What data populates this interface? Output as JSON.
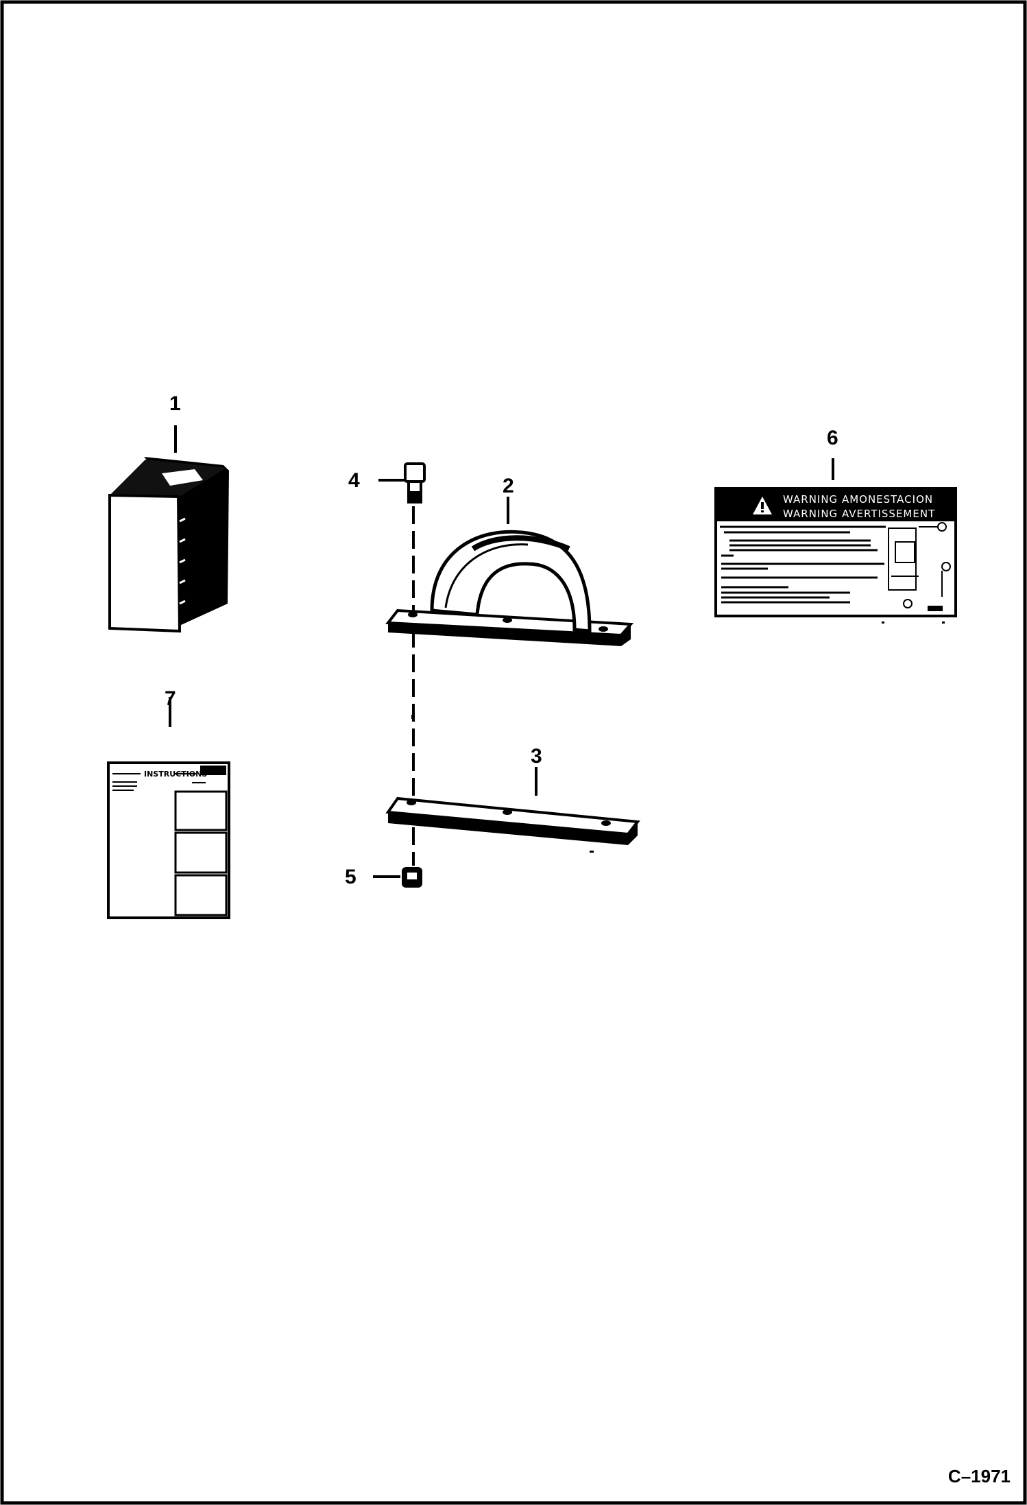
{
  "callouts": [
    "1",
    "2",
    "3",
    "4",
    "5",
    "6",
    "7"
  ],
  "decal": {
    "line1": "WARNING  AMONESTACION",
    "line2": "WARNING  AVERTISSEMENT"
  },
  "instructions_sheet": {
    "title": "INSTRUCTIONS"
  },
  "figure_id": "C–1971"
}
